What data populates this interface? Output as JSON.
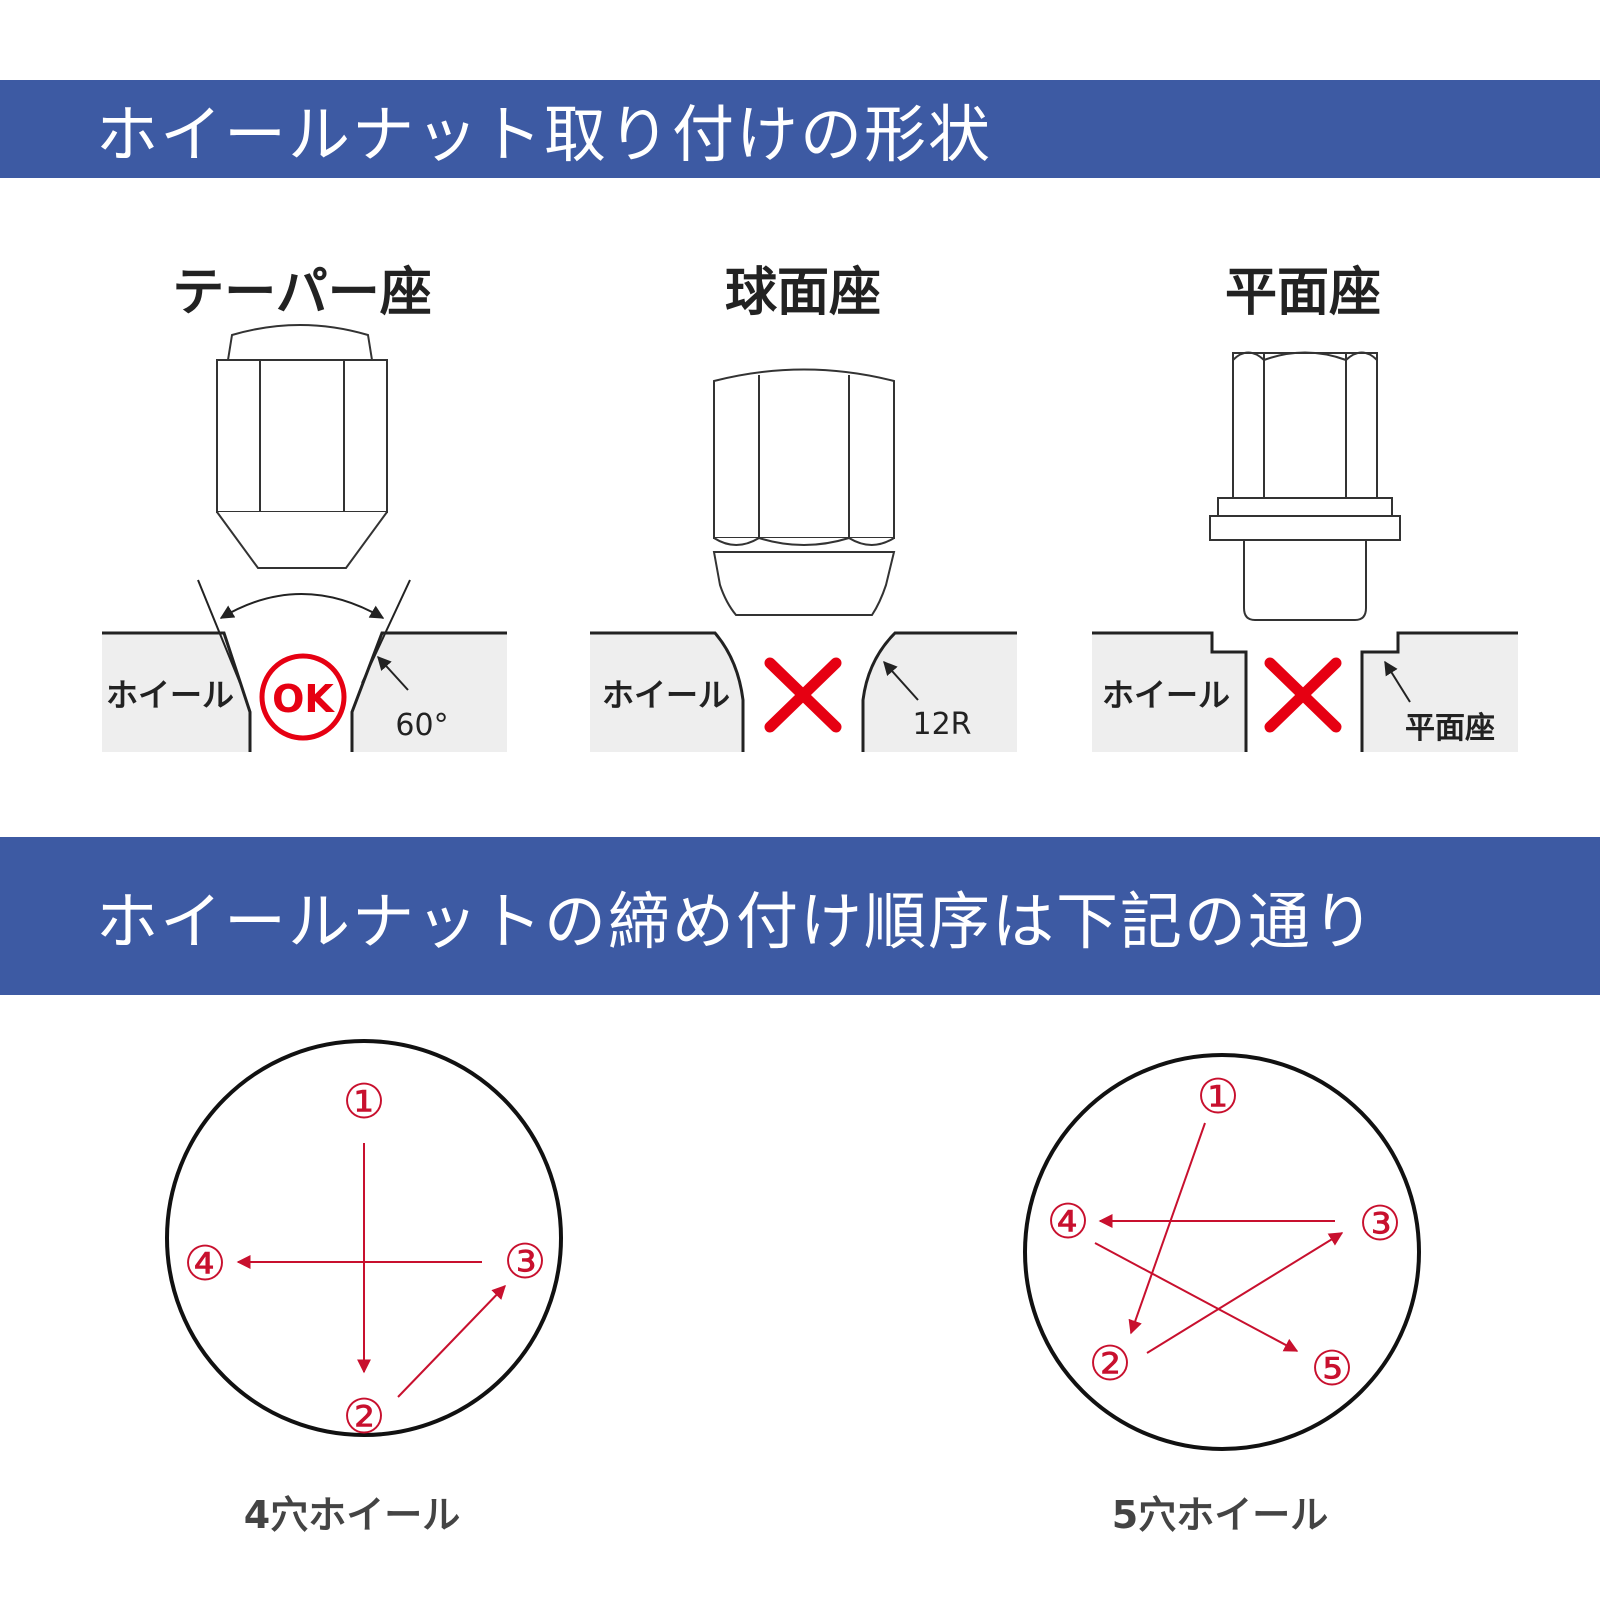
{
  "section1": {
    "title": "ホイールナット取り付けの形状"
  },
  "seat_types": [
    {
      "title": "テーパー座",
      "wheel_label": "ホイール",
      "result": "OK",
      "angle_label": "60°"
    },
    {
      "title": "球面座",
      "wheel_label": "ホイール",
      "result": "×",
      "radius_label": "12R"
    },
    {
      "title": "平面座",
      "wheel_label": "ホイール",
      "result": "×",
      "seat_label": "平面座"
    }
  ],
  "section2": {
    "title": "ホイールナットの締め付け順序は下記の通り"
  },
  "patterns": [
    {
      "caption": "4穴ホイール",
      "order": [
        "①",
        "②",
        "③",
        "④"
      ]
    },
    {
      "caption": "5穴ホイール",
      "order": [
        "①",
        "②",
        "③",
        "④",
        "⑤"
      ]
    }
  ],
  "colors": {
    "banner": "#3d5aa3",
    "accent_red": "#e60012",
    "arrow_red": "#c8102e",
    "wheel_fill": "#eeeeee"
  }
}
